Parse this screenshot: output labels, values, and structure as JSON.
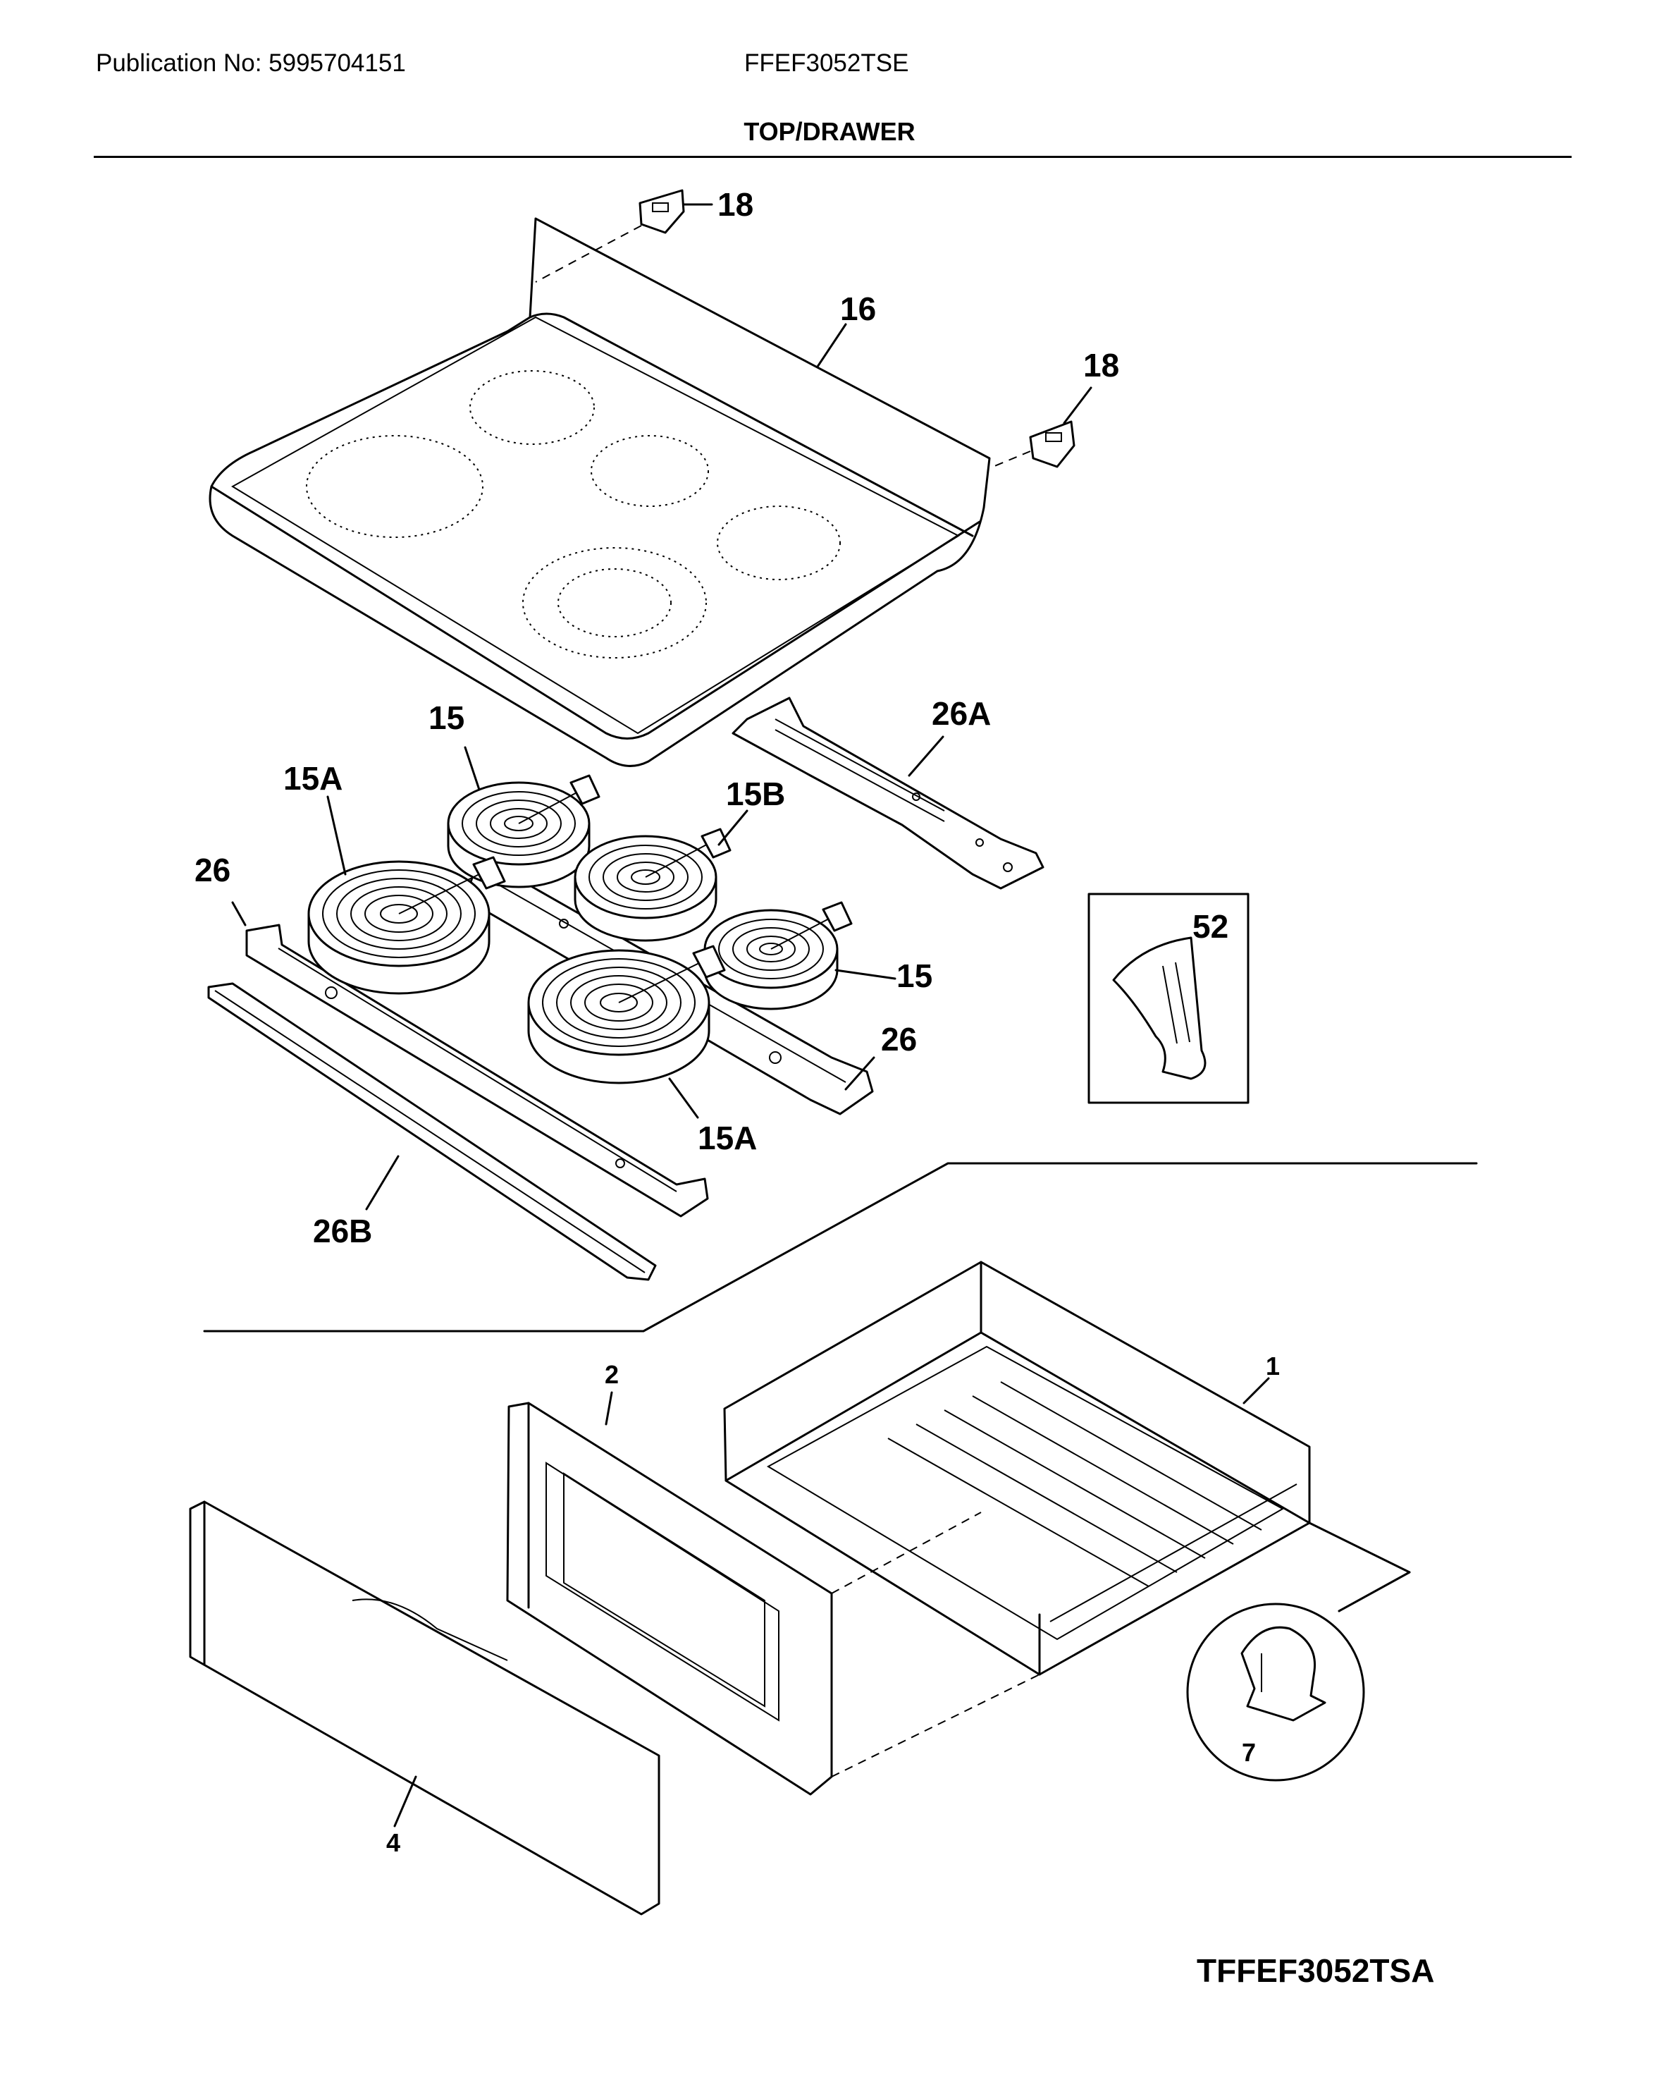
{
  "header": {
    "publication": "Publication No: 5995704151",
    "model": "FFEF3052TSE",
    "section_title": "TOP/DRAWER"
  },
  "callouts": {
    "c18a": "18",
    "c16": "16",
    "c18b": "18",
    "c26A": "26A",
    "c15a": "15",
    "c15B": "15B",
    "c15A_top": "15A",
    "c26_left": "26",
    "c52": "52",
    "c15b": "15",
    "c26_right": "26",
    "c15A_bottom": "15A",
    "c26B": "26B",
    "c1": "1",
    "c2": "2",
    "c7": "7",
    "c4": "4"
  },
  "footer": {
    "figure_id": "TFFEF3052TSA"
  }
}
